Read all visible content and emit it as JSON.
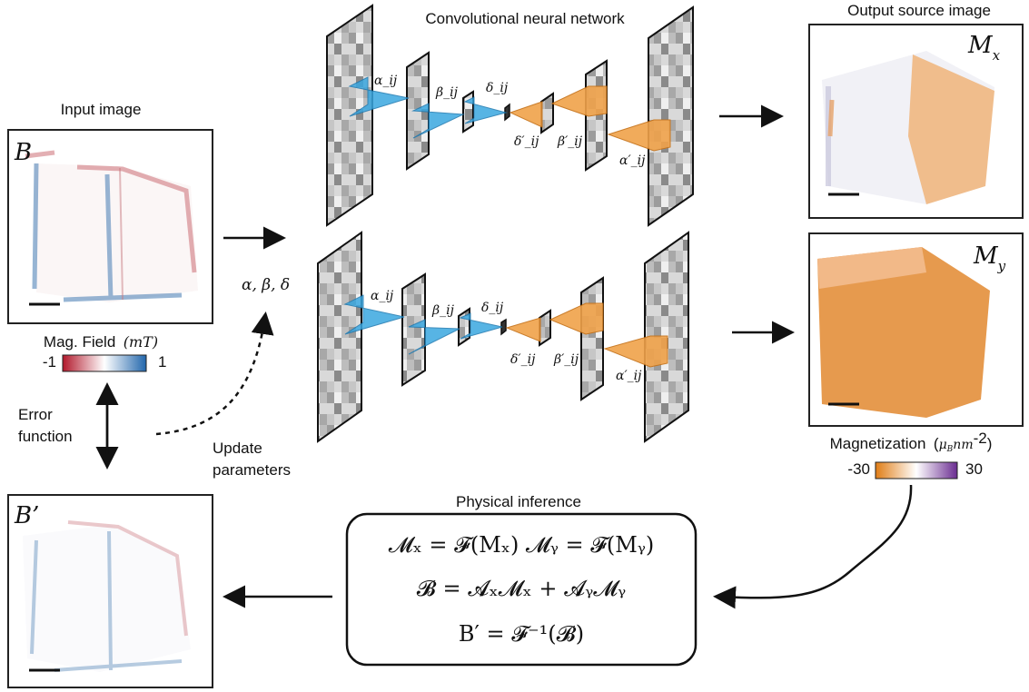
{
  "input": {
    "title": "Input image",
    "tag": "B"
  },
  "mag_field": {
    "label": "Mag. Field",
    "unit": "(mT)",
    "min": "-1",
    "max": "1",
    "colors": [
      "#b2182b",
      "#ffffff",
      "#2166ac"
    ]
  },
  "cnn": {
    "title": "Convolutional neural network",
    "labels": [
      "α_ij",
      "β_ij",
      "δ_ij",
      "δ′_ij",
      "β′_ij",
      "α′_ij"
    ],
    "encoder_color": "#3aa7e0",
    "decoder_color": "#f0a24a"
  },
  "params": {
    "symbols": "α, β, δ",
    "update": [
      "Update",
      "parameters"
    ]
  },
  "error": {
    "label": [
      "Error",
      "function"
    ]
  },
  "output": {
    "title": "Output source image",
    "tag_x": "M",
    "sub_x": "x",
    "tag_y": "M",
    "sub_y": "y"
  },
  "magnetization": {
    "label": "Magnetization",
    "unit_open": "(",
    "unit_mu": "μ",
    "unit_sub": "B",
    "unit_nm": "nm",
    "unit_exp": "-2",
    "unit_close": ")",
    "min": "-30",
    "max": "30",
    "colors": [
      "#e07d16",
      "#ffffff",
      "#6a2c91"
    ]
  },
  "inference": {
    "title": "Physical inference",
    "eq1": "𝓜ₓ = 𝓕(Mₓ)    𝓜ᵧ = 𝓕(Mᵧ)",
    "eq2": "𝓑 = 𝓐ₓ𝓜ₓ + 𝓐ᵧ𝓜ᵧ",
    "eq3": "B′ = 𝓕⁻¹(𝓑)"
  },
  "reconstructed": {
    "tag": "B’"
  }
}
